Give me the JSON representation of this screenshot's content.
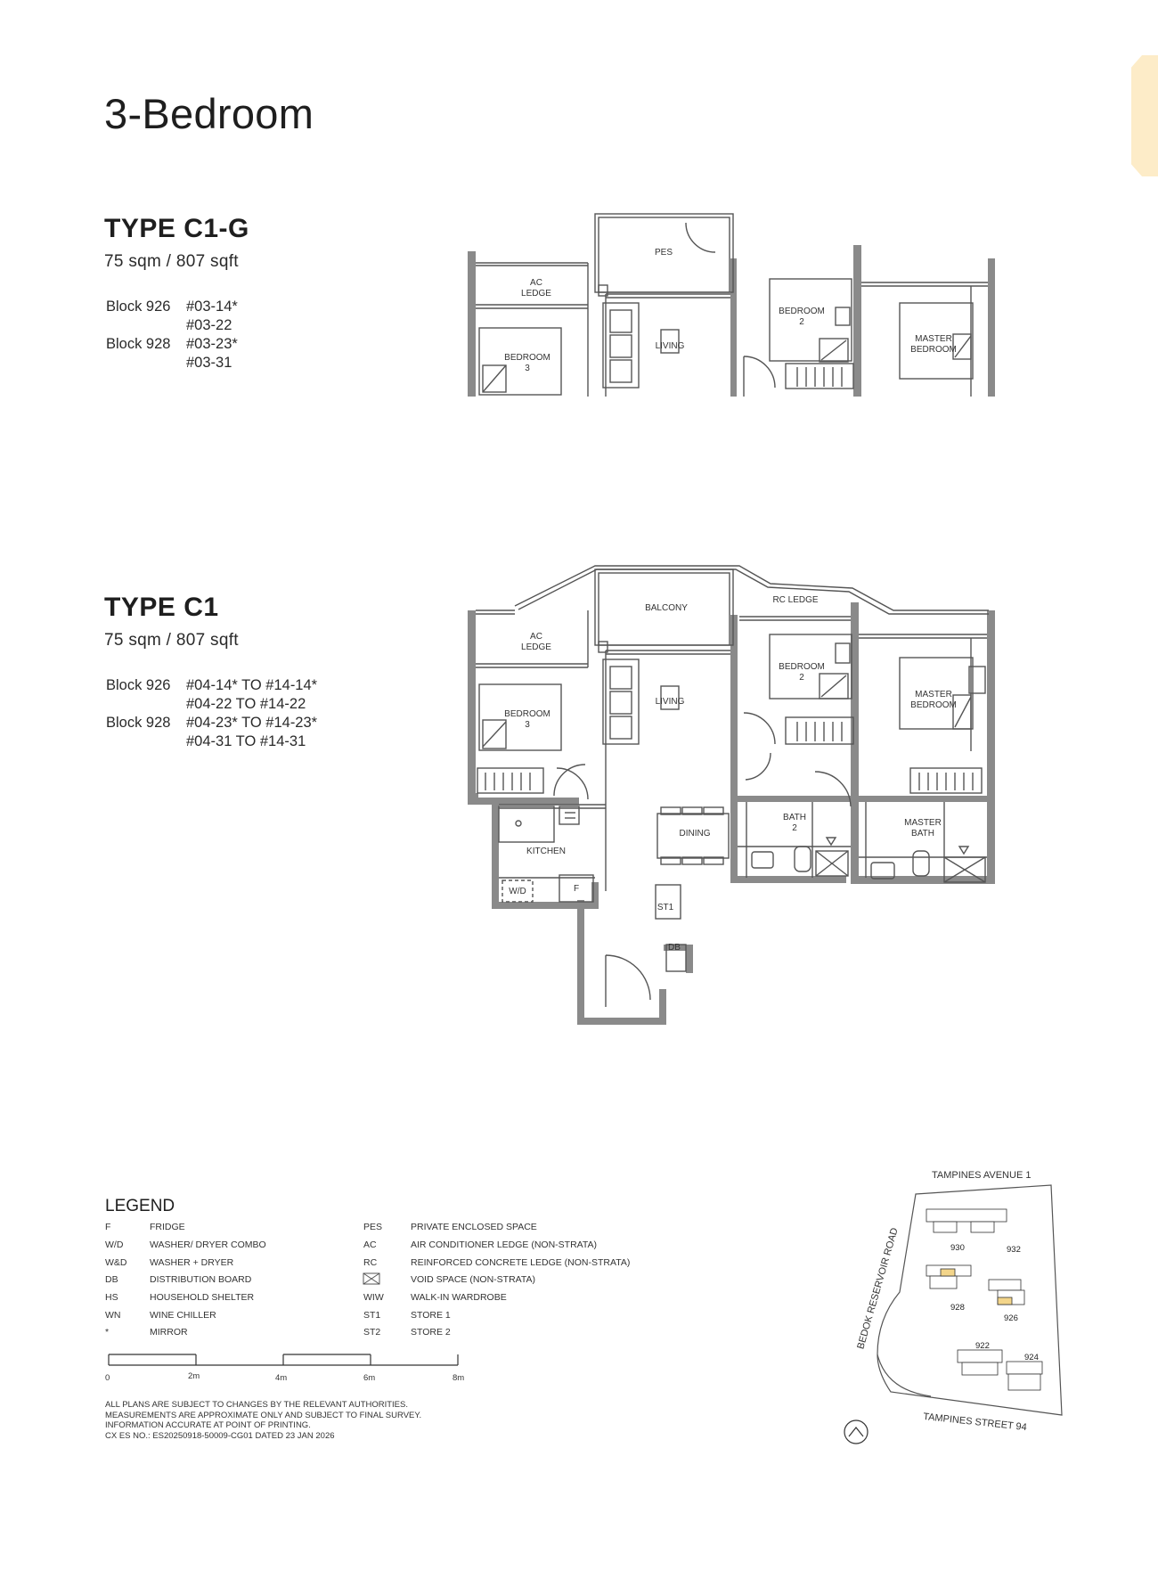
{
  "page_title": "3-Bedroom",
  "types": [
    {
      "name": "TYPE C1-G",
      "area": "75 sqm / 807 sqft",
      "blocks": [
        {
          "label": "Block 926",
          "units": [
            "#03-14*",
            "#03-22"
          ]
        },
        {
          "label": "Block 928",
          "units": [
            "#03-23*",
            "#03-31"
          ]
        }
      ]
    },
    {
      "name": "TYPE C1",
      "area": "75 sqm / 807 sqft",
      "blocks": [
        {
          "label": "Block 926",
          "units": [
            "#04-14* TO #14-14*",
            "#04-22 TO #14-22"
          ]
        },
        {
          "label": "Block 928",
          "units": [
            "#04-23* TO #14-23*",
            "#04-31 TO #14-31"
          ]
        }
      ]
    }
  ],
  "plan_c1g": {
    "pes": "PES",
    "ac_ledge_1": "AC",
    "ac_ledge_2": "LEDGE",
    "living": "LIVING",
    "bedroom2_1": "BEDROOM",
    "bedroom2_2": "2",
    "bedroom3_1": "BEDROOM",
    "bedroom3_2": "3",
    "master_1": "MASTER",
    "master_2": "BEDROOM"
  },
  "plan_c1": {
    "balcony": "BALCONY",
    "rc_ledge": "RC LEDGE",
    "ac_ledge_1": "AC",
    "ac_ledge_2": "LEDGE",
    "living": "LIVING",
    "bedroom2_1": "BEDROOM",
    "bedroom2_2": "2",
    "bedroom3_1": "BEDROOM",
    "bedroom3_2": "3",
    "master_1": "MASTER",
    "master_2": "BEDROOM",
    "kitchen": "KITCHEN",
    "dining": "DINING",
    "bath2_1": "BATH",
    "bath2_2": "2",
    "master_bath_1": "MASTER",
    "master_bath_2": "BATH",
    "wd": "W/D",
    "fridge": "F",
    "st1": "ST1",
    "db": "DB"
  },
  "legend": {
    "title": "LEGEND",
    "left": [
      {
        "code": "F",
        "desc": "FRIDGE"
      },
      {
        "code": "W/D",
        "desc": "WASHER/ DRYER COMBO"
      },
      {
        "code": "W&D",
        "desc": "WASHER + DRYER"
      },
      {
        "code": "DB",
        "desc": "DISTRIBUTION BOARD"
      },
      {
        "code": "HS",
        "desc": "HOUSEHOLD SHELTER"
      },
      {
        "code": "WN",
        "desc": "WINE CHILLER"
      },
      {
        "code": "*",
        "desc": "MIRROR"
      }
    ],
    "right": [
      {
        "code": "PES",
        "desc": "PRIVATE ENCLOSED SPACE"
      },
      {
        "code": "AC",
        "desc": "AIR CONDITIONER LEDGE (NON-STRATA)"
      },
      {
        "code": "RC",
        "desc": "REINFORCED CONCRETE LEDGE (NON-STRATA)"
      },
      {
        "code": "",
        "desc": "VOID SPACE (NON-STRATA)"
      },
      {
        "code": "WIW",
        "desc": "WALK-IN WARDROBE"
      },
      {
        "code": "ST1",
        "desc": "STORE 1"
      },
      {
        "code": "ST2",
        "desc": "STORE 2"
      }
    ]
  },
  "scale": [
    "0",
    "2m",
    "4m",
    "6m",
    "8m"
  ],
  "notes": [
    "ALL PLANS ARE SUBJECT TO CHANGES BY THE RELEVANT AUTHORITIES.",
    "MEASUREMENTS ARE APPROXIMATE ONLY AND SUBJECT TO FINAL SURVEY.",
    "INFORMATION ACCURATE AT POINT OF PRINTING.",
    "CX ES NO.: ES20250918-50009-CG01 DATED 23 JAN 2026"
  ],
  "site_map": {
    "road_north": "TAMPINES AVENUE 1",
    "road_west": "BEDOK RESERVOIR ROAD",
    "road_south": "TAMPINES STREET 94",
    "blocks": [
      "930",
      "932",
      "928",
      "926",
      "922",
      "924"
    ]
  },
  "colors": {
    "wall": "#8a8a8a",
    "highlight": "#f3d58a",
    "tab": "#fdecc8"
  }
}
